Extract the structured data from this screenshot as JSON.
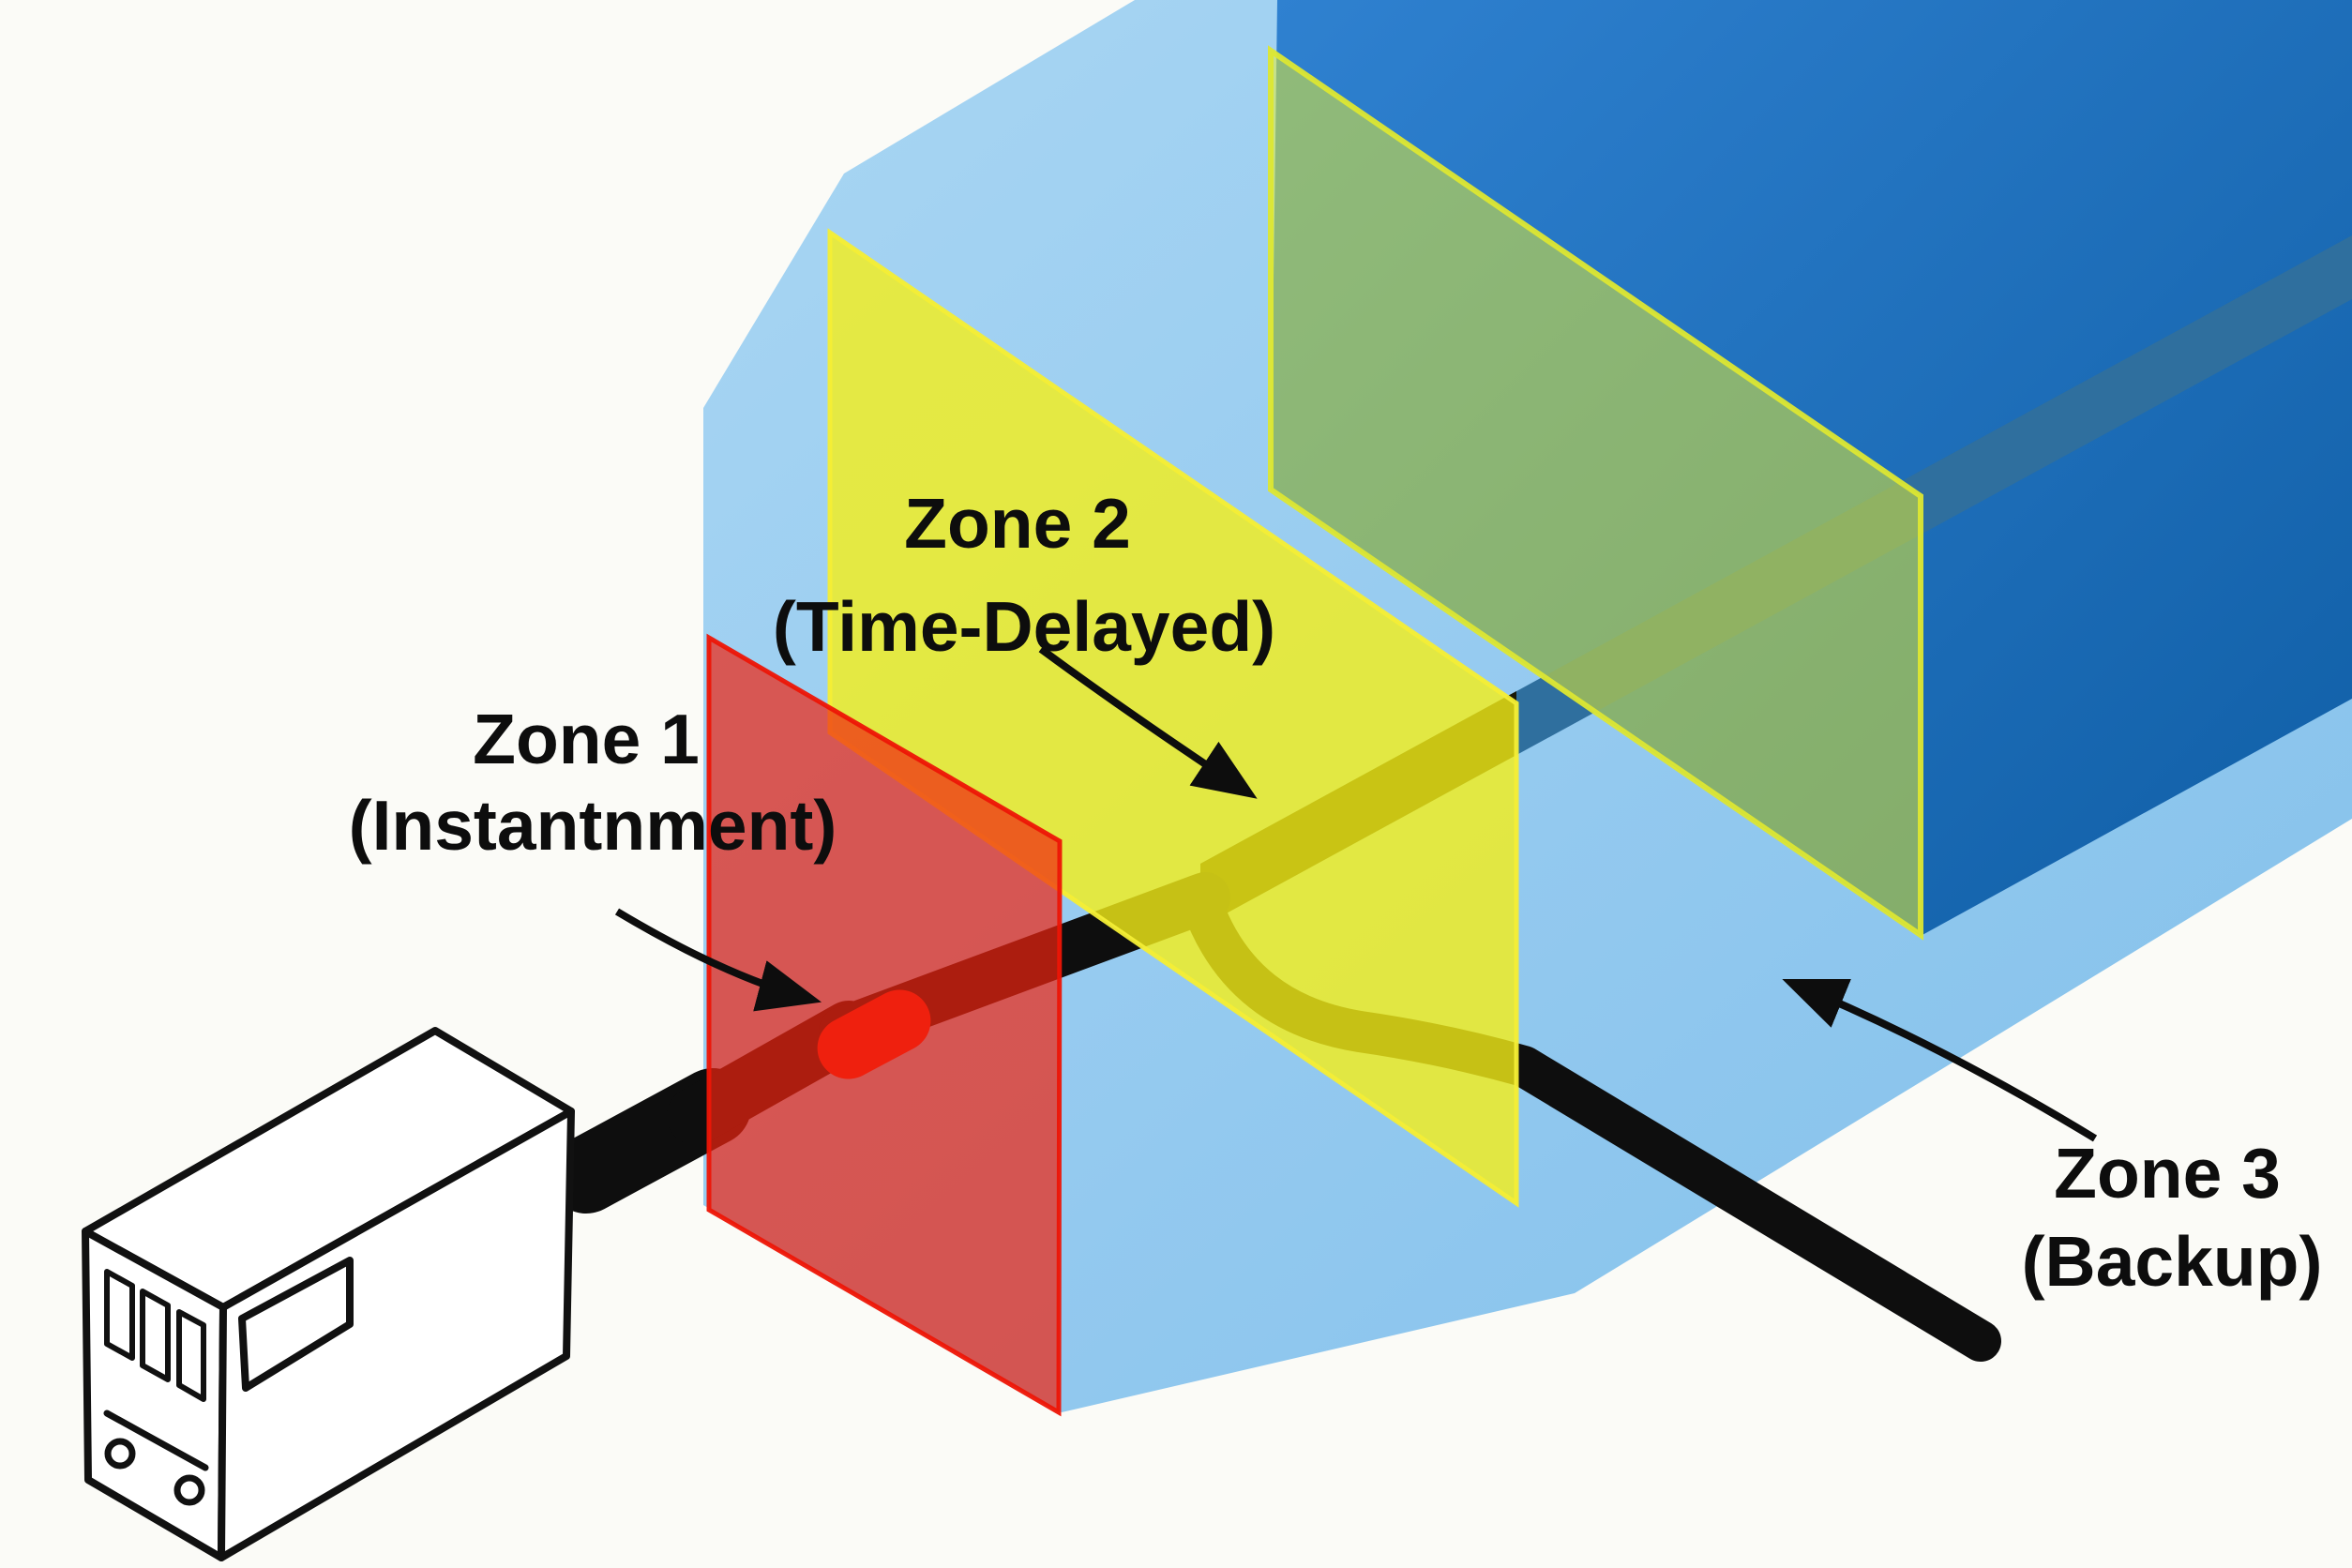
{
  "figure": {
    "kind": "protection-zones-3d-diagram",
    "description_visible_text_only": true
  },
  "labels": {
    "zone1": {
      "line1": "Zone 1",
      "line2": "(Instantnment)"
    },
    "zone2": {
      "line1": "Zone 2",
      "line2": "(Time-Delayed)"
    },
    "zone3": {
      "line1": "Zone 3",
      "line2": "(Backup)"
    }
  },
  "colors": {
    "background": "#fbfbf7",
    "corridor_light": "#a9d6f3",
    "corridor_mid": "#93c9ef",
    "corridor_deep": "#82c0ea",
    "beam_top": "#2f81d0",
    "beam_deep": "#1261a9",
    "conductor_navy": "#2f6f9e",
    "conductor_shadow": "#191907",
    "line_black": "#0e0e0e",
    "fault_sleeve_red": "#ee1a0a",
    "zone1_red": "#f0230f",
    "zone1_edge": "#ed1506",
    "zone2_yellow": "#f5ef18",
    "zone2_edge": "#f4ee35",
    "zone3_lime": "#e9f02c",
    "zone3_edge": "#dde731",
    "device_fill": "#ffffff",
    "device_outline": "#111111",
    "text": "#0d0d0d"
  }
}
